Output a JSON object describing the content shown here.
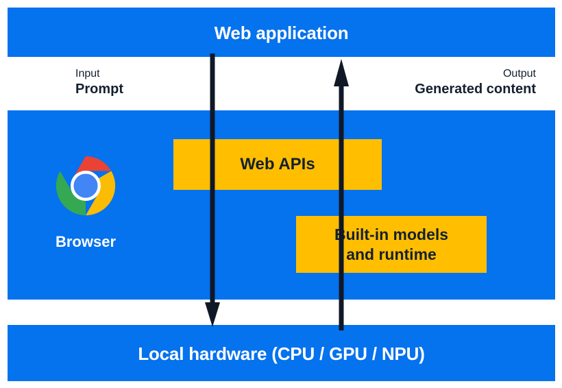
{
  "diagram": {
    "title": "Built-in AI architecture",
    "colors": {
      "band_blue": "#0572ee",
      "box_yellow": "#ffbe00",
      "text_dark": "#15202e",
      "text_light": "#ffffff",
      "arrow_dark": "#101828"
    }
  },
  "bands": {
    "top": {
      "label": "Web application"
    },
    "middle": {
      "label": "Browser"
    },
    "bottom": {
      "label": "Local hardware (CPU / GPU / NPU)"
    }
  },
  "flows": {
    "input": {
      "kind": "Input",
      "value": "Prompt",
      "direction": "down",
      "arrow_icon": "arrow-down-icon"
    },
    "output": {
      "kind": "Output",
      "value": "Generated content",
      "direction": "up",
      "arrow_icon": "arrow-up-icon"
    }
  },
  "boxes": [
    {
      "label": "Web APIs",
      "lines": [
        "Web APIs"
      ]
    },
    {
      "label": "Built-in models and runtime",
      "lines": [
        "Built-in models",
        "and runtime"
      ]
    }
  ],
  "logo": {
    "name": "chrome-logo",
    "colors": {
      "red": "#ea4335",
      "yellow": "#fbbc05",
      "green": "#34a853",
      "blue": "#4285f4",
      "white": "#ffffff"
    }
  }
}
